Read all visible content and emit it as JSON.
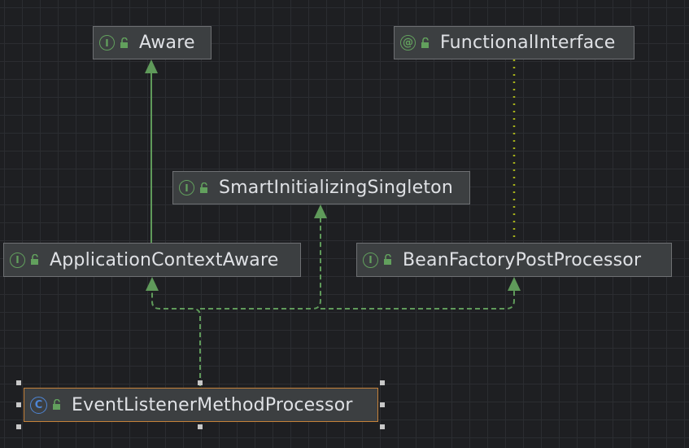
{
  "colors": {
    "inherit_edge": "#5f9a5a",
    "implement_edge": "#5f9a5a",
    "annotation_edge": "#a6b11a",
    "interface_badge": "#62a05d",
    "class_badge": "#4e86d6",
    "selected_border": "#c6823a"
  },
  "nodes": {
    "aware": {
      "kind": "I",
      "kind_icon": "interface-icon",
      "label": "Aware"
    },
    "functional_interface": {
      "kind": "@",
      "kind_icon": "annotation-icon",
      "label": "FunctionalInterface"
    },
    "smart_init": {
      "kind": "I",
      "kind_icon": "interface-icon",
      "label": "SmartInitializingSingleton"
    },
    "app_context_aware": {
      "kind": "I",
      "kind_icon": "interface-icon",
      "label": "ApplicationContextAware"
    },
    "bean_factory_pp": {
      "kind": "I",
      "kind_icon": "interface-icon",
      "label": "BeanFactoryPostProcessor"
    },
    "event_listener_mp": {
      "kind": "C",
      "kind_icon": "class-icon",
      "label": "EventListenerMethodProcessor",
      "selected": true
    }
  },
  "edges": [
    {
      "from": "app_context_aware",
      "to": "aware",
      "type": "extends"
    },
    {
      "from": "bean_factory_pp",
      "to": "functional_interface",
      "type": "annotated-by"
    },
    {
      "from": "event_listener_mp",
      "to": "app_context_aware",
      "type": "implements"
    },
    {
      "from": "event_listener_mp",
      "to": "smart_init",
      "type": "implements"
    },
    {
      "from": "event_listener_mp",
      "to": "bean_factory_pp",
      "type": "implements"
    }
  ]
}
